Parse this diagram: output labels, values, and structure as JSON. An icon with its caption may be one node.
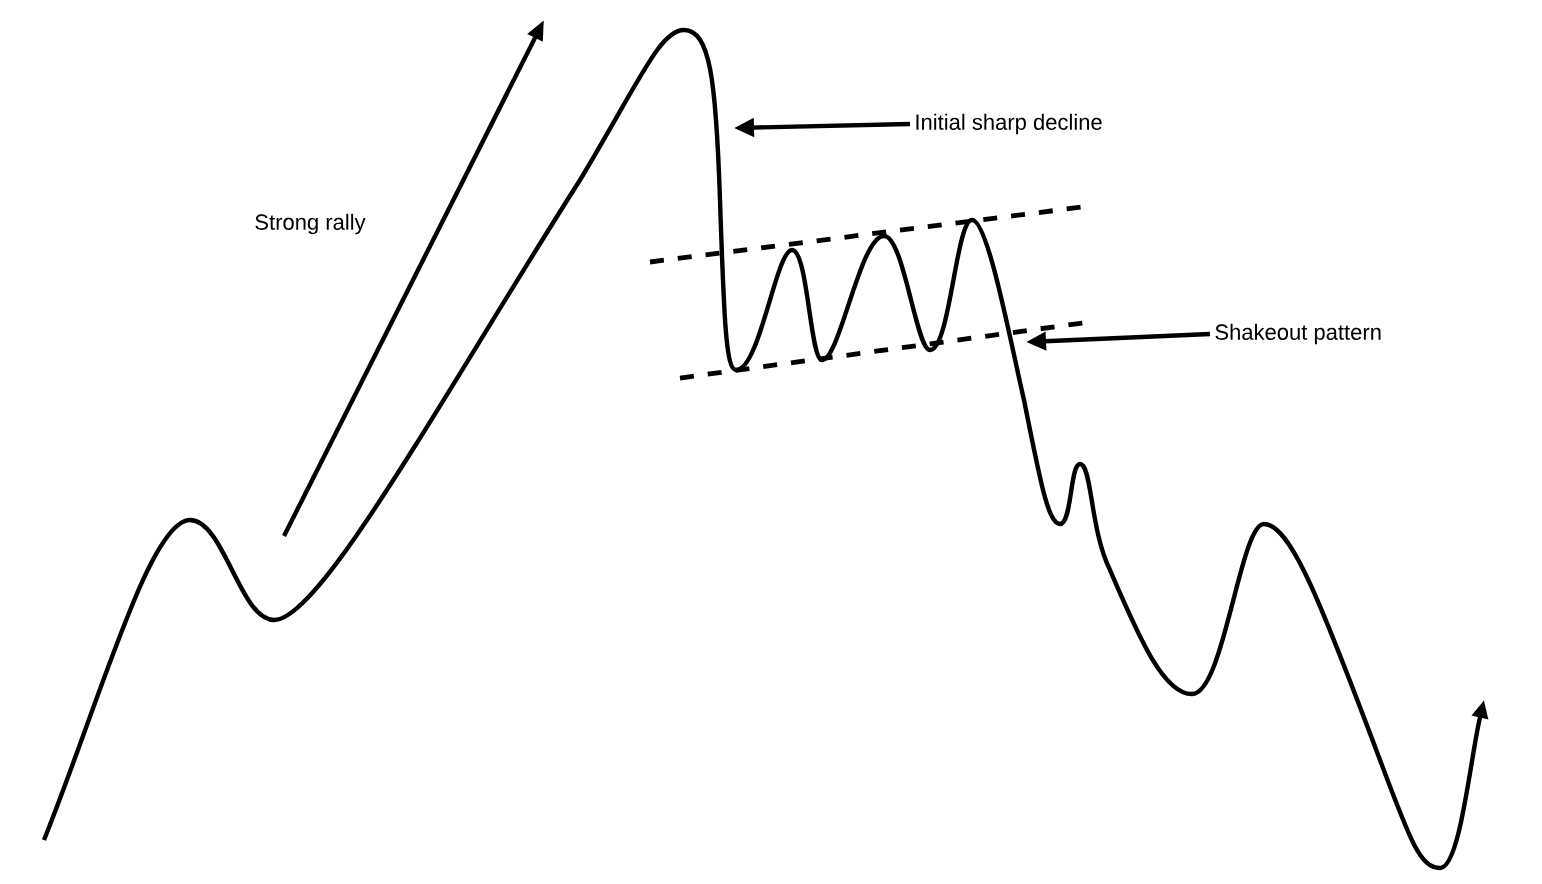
{
  "diagram": {
    "nodes": [
      {
        "text": [
          "Initial sharp decline"
        ]
      },
      {
        "text": [
          "Shakeout pattern"
        ]
      }
    ],
    "edges": [
      {
        "from": 0,
        "to": null,
        "arrow": "to"
      },
      {
        "from": 1,
        "to": null,
        "arrow": "to"
      }
    ],
    "labels": [
      "Strong rally"
    ]
  }
}
